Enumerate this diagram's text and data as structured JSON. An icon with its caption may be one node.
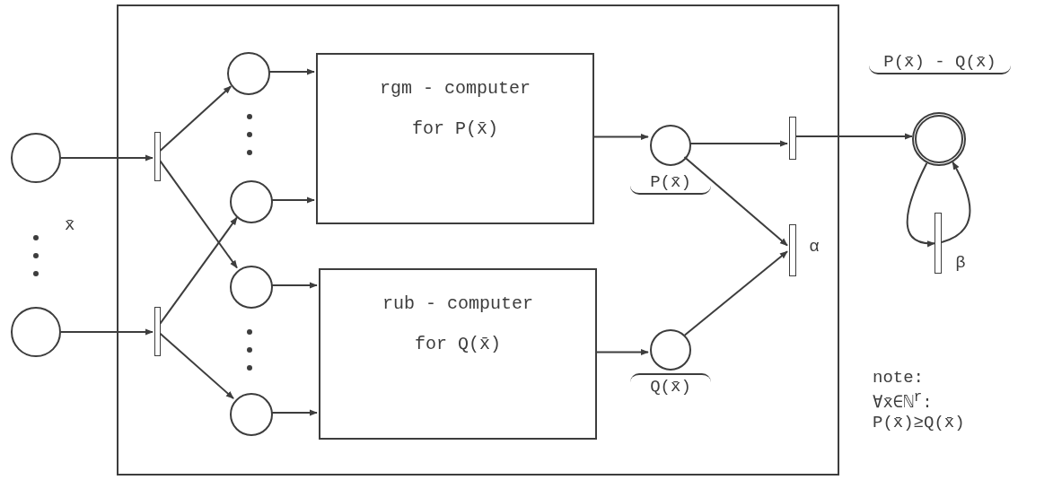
{
  "diagram": {
    "nodes": [
      {
        "text": [],
        "shape": "box"
      },
      {
        "text": [],
        "shape": "circle"
      },
      {
        "text": [],
        "shape": "circle"
      },
      {
        "text": [],
        "shape": "bar",
        "in": 0
      },
      {
        "text": [],
        "shape": "bar",
        "in": 0
      },
      {
        "text": [],
        "shape": "circle",
        "in": 0
      },
      {
        "text": [],
        "shape": "circle",
        "in": 0
      },
      {
        "text": [],
        "shape": "circle",
        "in": 0
      },
      {
        "text": [],
        "shape": "circle",
        "in": 0
      },
      {
        "text": [
          "rgm - computer",
          "for P(x̄)"
        ],
        "in": 0
      },
      {
        "text": [
          "rub - computer",
          "for Q(x̄)"
        ],
        "in": 0
      },
      {
        "text": [],
        "shape": "circle",
        "in": 0,
        "beside": [
          "P(x̄)"
        ]
      },
      {
        "text": [],
        "shape": "circle",
        "in": 0,
        "beside": [
          "Q(x̄)"
        ]
      },
      {
        "text": [],
        "shape": "bar",
        "in": 0
      },
      {
        "text": [],
        "shape": "bar",
        "in": 0,
        "beside": [
          "α"
        ]
      },
      {
        "text": [],
        "shape": "circle",
        "beside": [
          "P(x̄) - Q(x̄)"
        ]
      },
      {
        "text": [],
        "shape": "bar",
        "beside": [
          "β"
        ]
      }
    ],
    "edges": [
      {
        "from": 1,
        "to": 3,
        "arrow": "to"
      },
      {
        "from": 2,
        "to": 4,
        "arrow": "to"
      },
      {
        "from": 3,
        "to": 5,
        "arrow": "to"
      },
      {
        "from": 3,
        "to": 7,
        "arrow": "to"
      },
      {
        "from": 4,
        "to": 6,
        "arrow": "to"
      },
      {
        "from": 4,
        "to": 8,
        "arrow": "to"
      },
      {
        "from": 5,
        "to": 9,
        "arrow": "to"
      },
      {
        "from": 6,
        "to": 9,
        "arrow": "to"
      },
      {
        "from": 7,
        "to": 10,
        "arrow": "to"
      },
      {
        "from": 8,
        "to": 10,
        "arrow": "to"
      },
      {
        "from": 9,
        "to": 11,
        "arrow": "to"
      },
      {
        "from": 10,
        "to": 12,
        "arrow": "to"
      },
      {
        "from": 11,
        "to": 13,
        "arrow": "to"
      },
      {
        "from": 11,
        "to": 14,
        "arrow": "to"
      },
      {
        "from": 12,
        "to": 14,
        "arrow": "to"
      },
      {
        "from": 13,
        "to": 15,
        "arrow": "to"
      },
      {
        "from": 15,
        "to": 16,
        "arrow": "to"
      },
      {
        "from": 16,
        "to": 15,
        "arrow": "to"
      }
    ],
    "labels": [
      "x̄",
      "note:",
      "∀x̄∈ℕ$^{r}$:",
      "P(x̄)≥Q(x̄)"
    ]
  }
}
